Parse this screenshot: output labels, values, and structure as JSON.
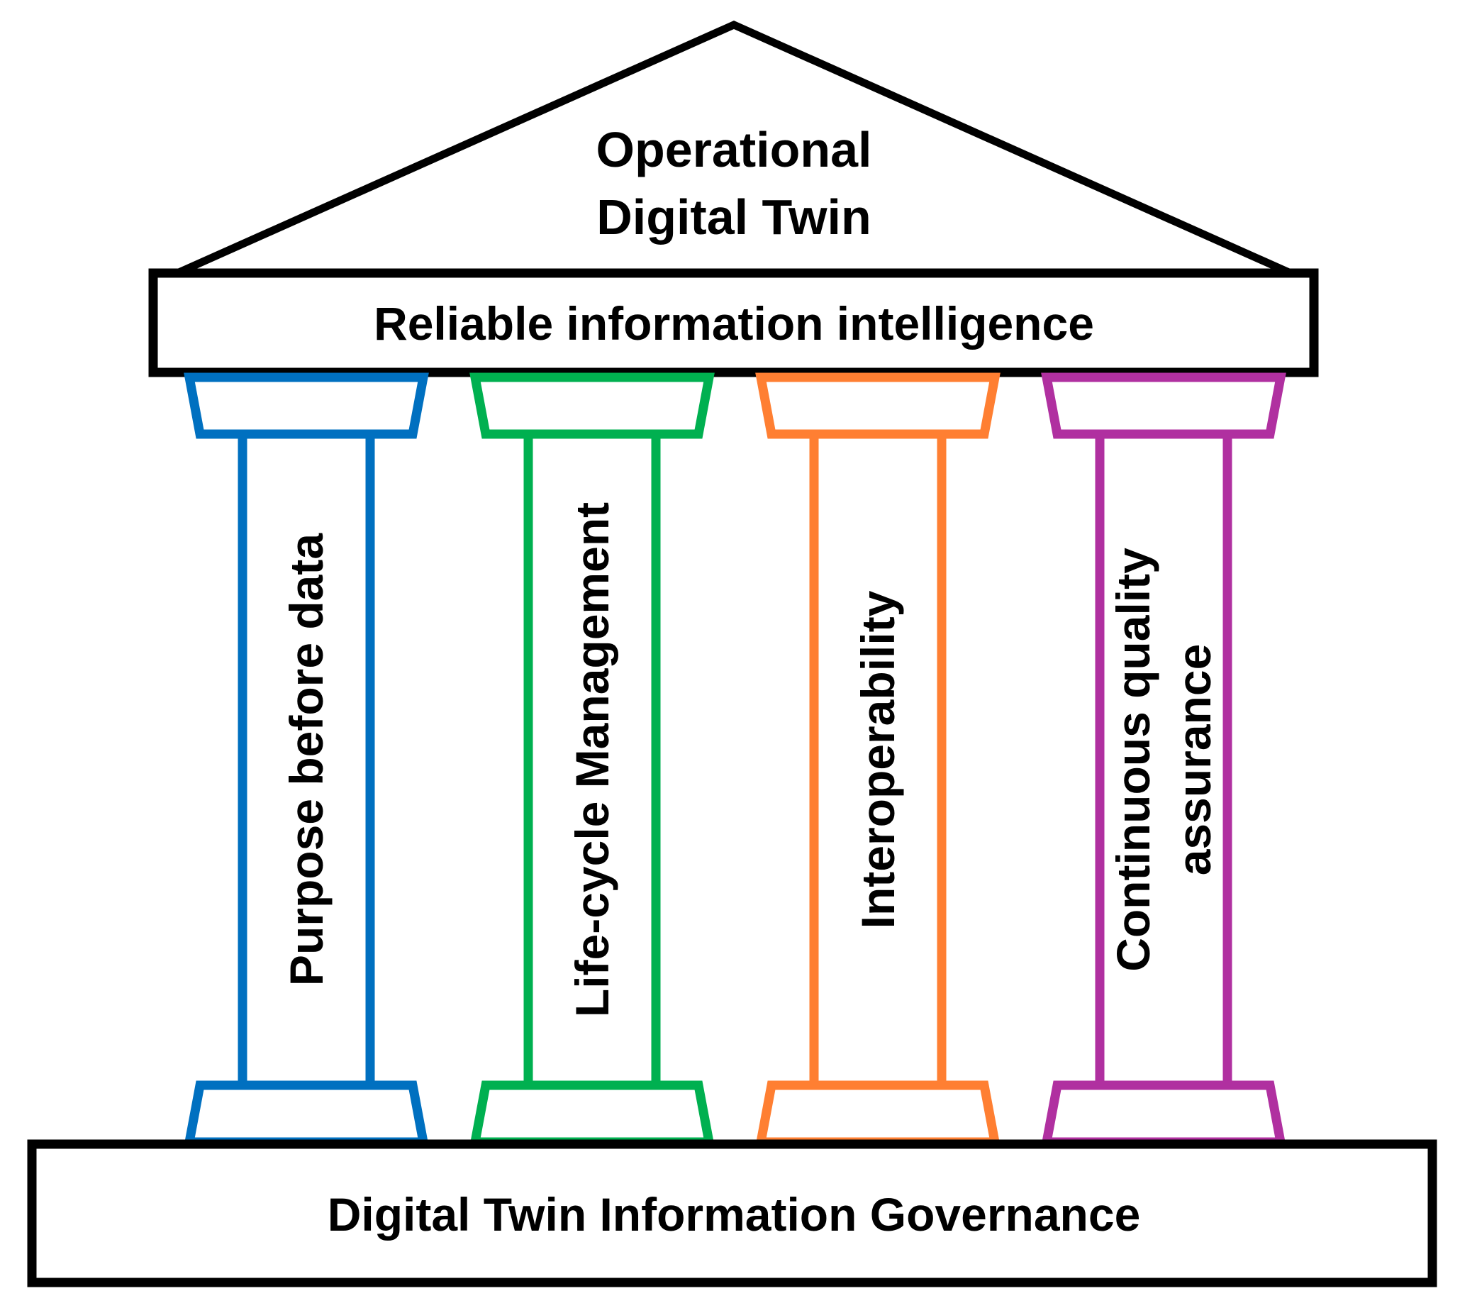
{
  "roof": {
    "line1": "Operational",
    "line2": "Digital Twin"
  },
  "beam": {
    "label": "Reliable information intelligence"
  },
  "pillars": [
    {
      "lines": [
        "Purpose before data"
      ],
      "color": "#0070C0"
    },
    {
      "lines": [
        "Life-cycle Management"
      ],
      "color": "#00B050"
    },
    {
      "lines": [
        "Interoperability"
      ],
      "color": "#FF7F32"
    },
    {
      "lines": [
        "Continuous quality",
        "assurance"
      ],
      "color": "#B030A0"
    }
  ],
  "foundation": {
    "label": "Digital Twin Information Governance"
  }
}
